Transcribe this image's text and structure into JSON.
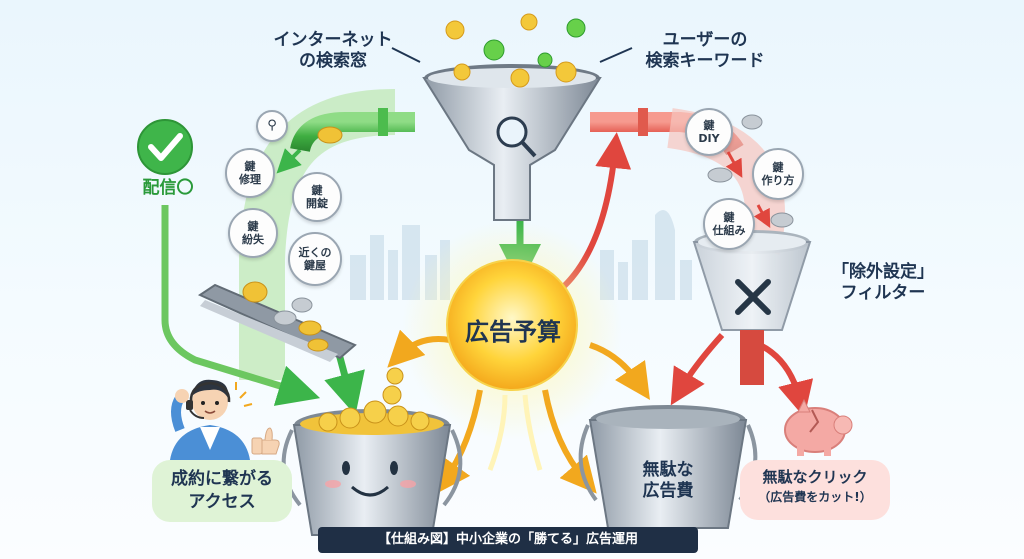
{
  "labels": {
    "search_window": [
      "インターネット",
      "の検索窓"
    ],
    "user_keywords": [
      "ユーザーの",
      "検索キーワード"
    ],
    "delivery_ok": "配信〇",
    "ad_budget": "広告予算",
    "exclusion_filter": [
      "「除外設定」",
      "フィルター"
    ],
    "conversion_access": [
      "成約に繋がる",
      "アクセス"
    ],
    "wasted_budget": [
      "無駄な",
      "広告費"
    ],
    "wasted_click": [
      "無駄なクリック",
      "（広告費をカット!）"
    ],
    "caption": "【仕組み図】中小企業の「勝てる」広告運用"
  },
  "good_keywords": [
    [
      "鍵",
      "修理"
    ],
    [
      "鍵",
      "開錠"
    ],
    [
      "鍵",
      "紛失"
    ],
    [
      "近くの",
      "鍵屋"
    ]
  ],
  "bad_keywords": [
    [
      "鍵",
      "DIY"
    ],
    [
      "鍵",
      "作り方"
    ],
    [
      "鍵",
      "仕組み"
    ]
  ],
  "colors": {
    "good": "#3cb54a",
    "bad": "#e0463e",
    "budget": "#f5c426",
    "text": "#1f3552"
  },
  "icons": [
    "search-icon",
    "check-icon",
    "magnifier-icon",
    "x-icon",
    "piggy-bank-icon",
    "person-icon",
    "thumbs-up-icon"
  ]
}
